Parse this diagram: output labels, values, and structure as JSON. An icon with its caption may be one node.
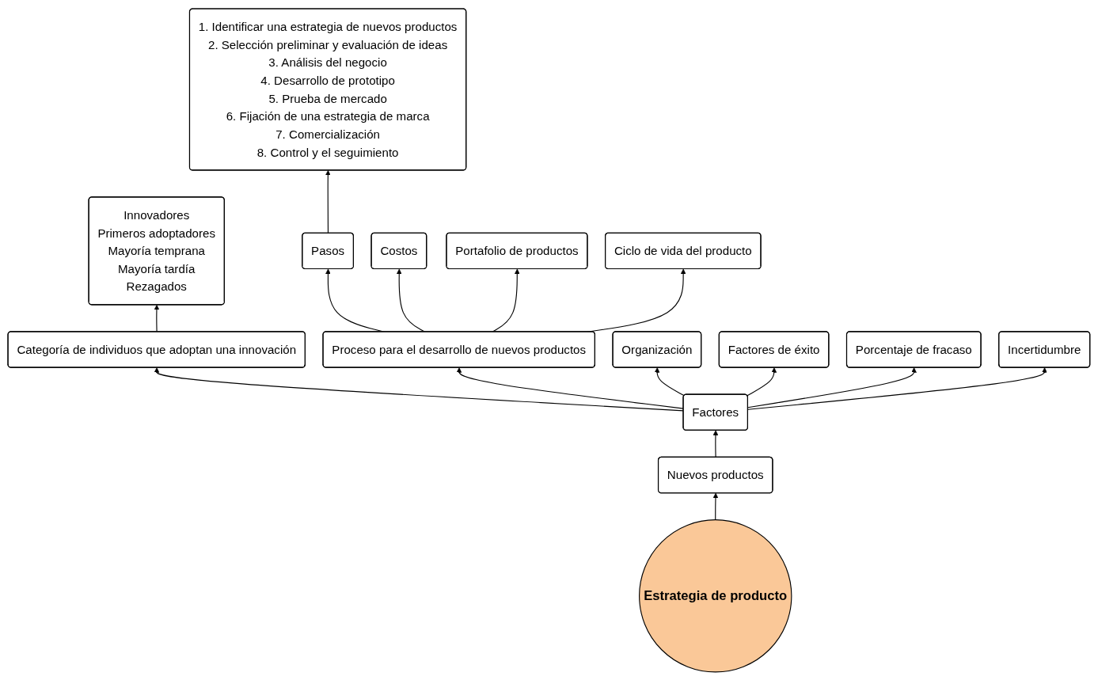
{
  "diagram": {
    "nodes": [
      {
        "text": [
          "1. Identificar una estrategia de nuevos productos",
          "2. Selección preliminar y evaluación de ideas",
          "3. Análisis del negocio",
          "4. Desarrollo de prototipo",
          "5. Prueba de mercado",
          "6. Fijación de una estrategia de marca",
          "7. Comercialización",
          "8. Control y el seguimiento"
        ]
      },
      {
        "text": [
          "Innovadores",
          "Primeros adoptadores",
          "Mayoría temprana",
          "Mayoría tardía",
          "Rezagados"
        ]
      },
      {
        "text": [
          "Pasos"
        ]
      },
      {
        "text": [
          "Categoría de individuos que adoptan una innovación"
        ]
      },
      {
        "text": [
          "Costos"
        ]
      },
      {
        "text": [
          "Portafolio de productos"
        ]
      },
      {
        "text": [
          "Proceso para el desarrollo de nuevos productos"
        ]
      },
      {
        "text": [
          "Organización"
        ]
      },
      {
        "text": [
          "Ciclo de vida del producto"
        ]
      },
      {
        "text": [
          "Factores de éxito"
        ]
      },
      {
        "text": [
          "Factores"
        ]
      },
      {
        "text": [
          "Porcentaje de fracaso"
        ]
      },
      {
        "text": [
          "Estrategia de producto"
        ]
      },
      {
        "text": [
          "Nuevos productos"
        ]
      },
      {
        "text": [
          "Incertidumbre"
        ]
      }
    ],
    "edges": [
      {
        "from": 12,
        "to": 13,
        "arrow": "to"
      },
      {
        "from": 13,
        "to": 10,
        "arrow": "to"
      },
      {
        "from": 10,
        "to": 6,
        "arrow": "to"
      },
      {
        "from": 6,
        "to": 2,
        "arrow": "to"
      },
      {
        "from": 2,
        "to": 0,
        "arrow": "to"
      },
      {
        "from": 6,
        "to": 4,
        "arrow": "to"
      },
      {
        "from": 6,
        "to": 5,
        "arrow": "to"
      },
      {
        "from": 6,
        "to": 8,
        "arrow": "to"
      },
      {
        "from": 10,
        "to": 3,
        "arrow": "to"
      },
      {
        "from": 10,
        "to": 7,
        "arrow": "to"
      },
      {
        "from": 10,
        "to": 9,
        "arrow": "to"
      },
      {
        "from": 10,
        "to": 11,
        "arrow": "to"
      },
      {
        "from": 10,
        "to": 14,
        "arrow": "to"
      },
      {
        "from": 3,
        "to": 1,
        "arrow": "to"
      }
    ]
  }
}
